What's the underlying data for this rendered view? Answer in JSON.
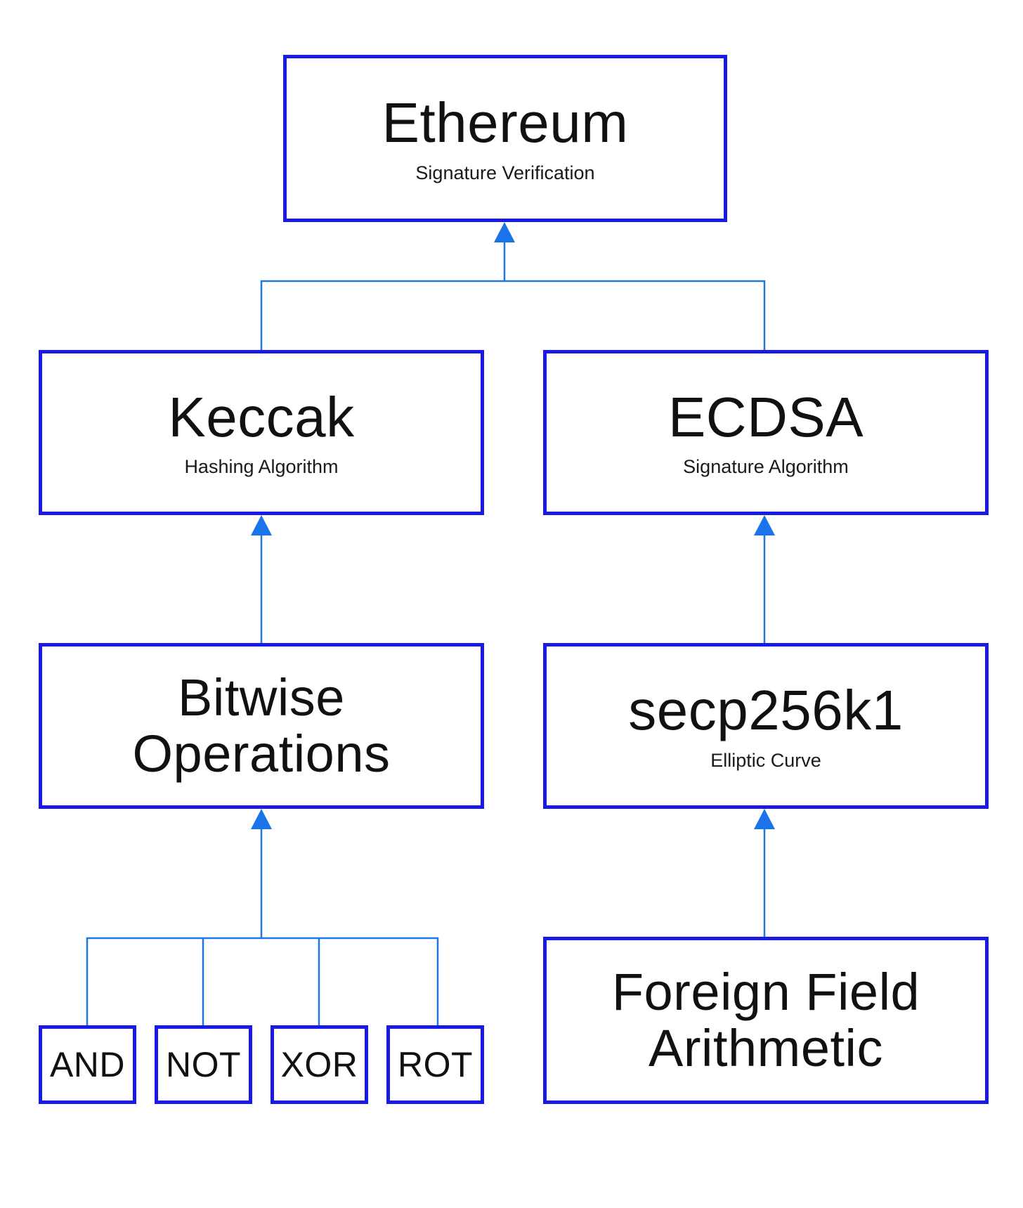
{
  "nodes": {
    "ethereum": {
      "title": "Ethereum",
      "subtitle": "Signature Verification"
    },
    "keccak": {
      "title": "Keccak",
      "subtitle": "Hashing Algorithm"
    },
    "ecdsa": {
      "title": "ECDSA",
      "subtitle": "Signature Algorithm"
    },
    "bitwise": {
      "title_line1": "Bitwise",
      "title_line2": "Operations"
    },
    "secp": {
      "title": "secp256k1",
      "subtitle": "Elliptic Curve"
    },
    "ffa": {
      "title_line1": "Foreign Field",
      "title_line2": "Arithmetic"
    },
    "and": {
      "title": "AND"
    },
    "not": {
      "title": "NOT"
    },
    "xor": {
      "title": "XOR"
    },
    "rot": {
      "title": "ROT"
    }
  },
  "colors": {
    "box_border": "#1a1ae6",
    "connector": "#1f78e0",
    "arrowhead": "#1a73e8",
    "text": "#111111"
  }
}
